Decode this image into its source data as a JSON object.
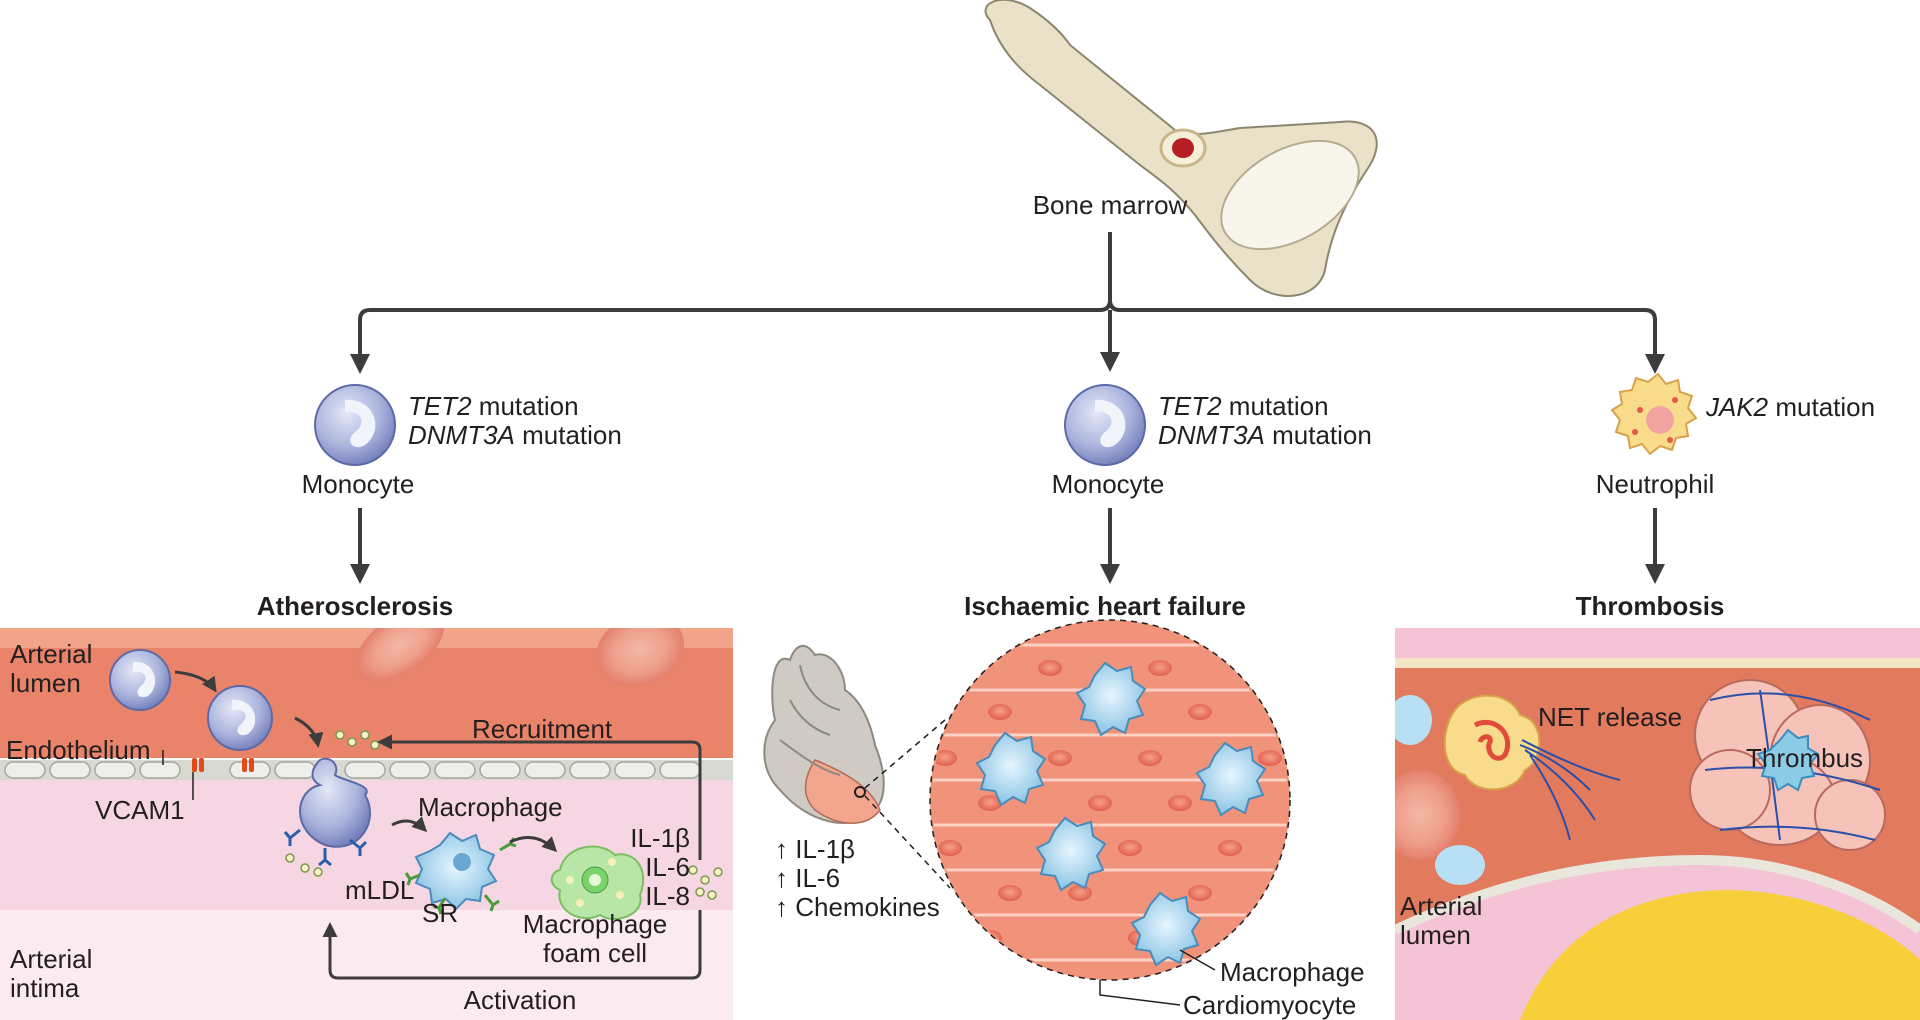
{
  "bone_marrow": {
    "label": "Bone marrow"
  },
  "branches": [
    {
      "cell": "Monocyte",
      "mutations": [
        {
          "gene": "TET2",
          "suffix": " mutation"
        },
        {
          "gene": "DNMT3A",
          "suffix": " mutation"
        }
      ],
      "outcome": "Atherosclerosis"
    },
    {
      "cell": "Monocyte",
      "mutations": [
        {
          "gene": "TET2",
          "suffix": " mutation"
        },
        {
          "gene": "DNMT3A",
          "suffix": " mutation"
        }
      ],
      "outcome": "Ischaemic heart failure"
    },
    {
      "cell": "Neutrophil",
      "mutations": [
        {
          "gene": "JAK2",
          "suffix": " mutation"
        }
      ],
      "outcome": "Thrombosis"
    }
  ],
  "atherosclerosis_panel": {
    "arterial_lumen": "Arterial\nlumen",
    "endothelium": "Endothelium",
    "vcam1": "VCAM1",
    "recruitment": "Recruitment",
    "macrophage": "Macrophage",
    "cytokines": "IL-1β\nIL-6\nIL-8",
    "mldl": "mLDL",
    "sr": "SR",
    "foam_cell": "Macrophage\nfoam cell",
    "arterial_intima": "Arterial\nintima",
    "activation": "Activation"
  },
  "heart_failure_panel": {
    "cytokines": "↑ IL-1β\n↑ IL-6\n↑ Chemokines",
    "macrophage": "Macrophage",
    "cardiomyocyte": "Cardiomyocyte"
  },
  "thrombosis_panel": {
    "net_release": "NET release",
    "thrombus": "Thrombus",
    "arterial_lumen": "Arterial\nlumen"
  },
  "colors": {
    "arrow": "#3c3c3c",
    "lumen": "#e9846a",
    "intima": "#f6d6e2",
    "monocyte": "#aab3dc",
    "macrophage": "#8ccbe6",
    "foam_cell": "#b8e6a6",
    "cardio_bg": "#f0937a",
    "plaque": "#f6cf3a",
    "neutrophil": "#f8dc8c"
  }
}
